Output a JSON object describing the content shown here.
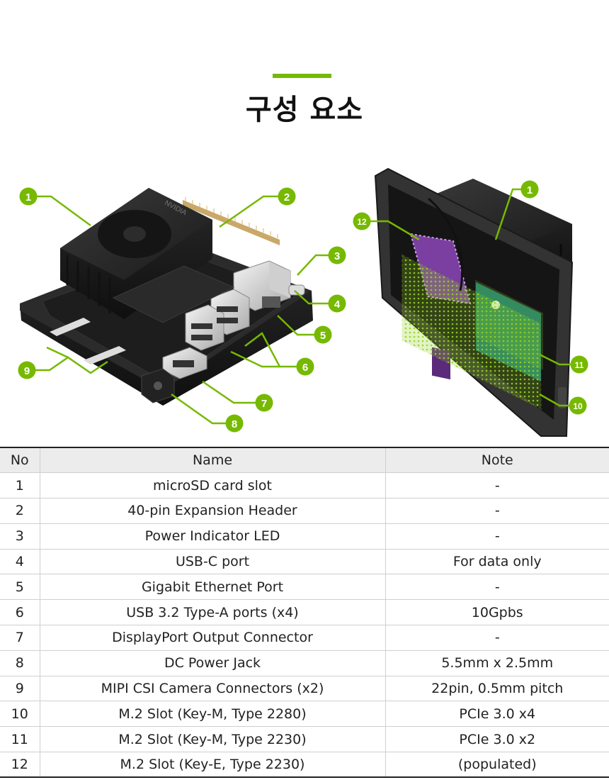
{
  "page": {
    "title": "구성 요소",
    "accent_color": "#76b900"
  },
  "figure": {
    "callouts_front": [
      "1",
      "2",
      "3",
      "4",
      "5",
      "6",
      "7",
      "8",
      "9"
    ],
    "callouts_back": [
      "1",
      "12",
      "11",
      "10"
    ],
    "front_logo_text": "NVIDIA"
  },
  "table": {
    "headers": {
      "no": "No",
      "name": "Name",
      "note": "Note"
    },
    "rows": [
      {
        "no": "1",
        "name": "microSD card slot",
        "note": "-"
      },
      {
        "no": "2",
        "name": "40-pin Expansion Header",
        "note": "-"
      },
      {
        "no": "3",
        "name": "Power Indicator LED",
        "note": "-"
      },
      {
        "no": "4",
        "name": "USB-C port",
        "note": "For data only"
      },
      {
        "no": "5",
        "name": "Gigabit Ethernet Port",
        "note": "-"
      },
      {
        "no": "6",
        "name": "USB 3.2 Type-A ports (x4)",
        "note": "10Gpbs"
      },
      {
        "no": "7",
        "name": "DisplayPort Output Connector",
        "note": "-"
      },
      {
        "no": "8",
        "name": "DC Power Jack",
        "note": "5.5mm x 2.5mm"
      },
      {
        "no": "9",
        "name": "MIPI CSI Camera Connectors (x2)",
        "note": "22pin, 0.5mm pitch"
      },
      {
        "no": "10",
        "name": "M.2 Slot (Key-M, Type 2280)",
        "note": "PCIe 3.0 x4"
      },
      {
        "no": "11",
        "name": "M.2 Slot (Key-M, Type 2230)",
        "note": "PCIe 3.0 x2"
      },
      {
        "no": "12",
        "name": "M.2 Slot (Key-E, Type 2230)",
        "note": "(populated)"
      }
    ]
  }
}
